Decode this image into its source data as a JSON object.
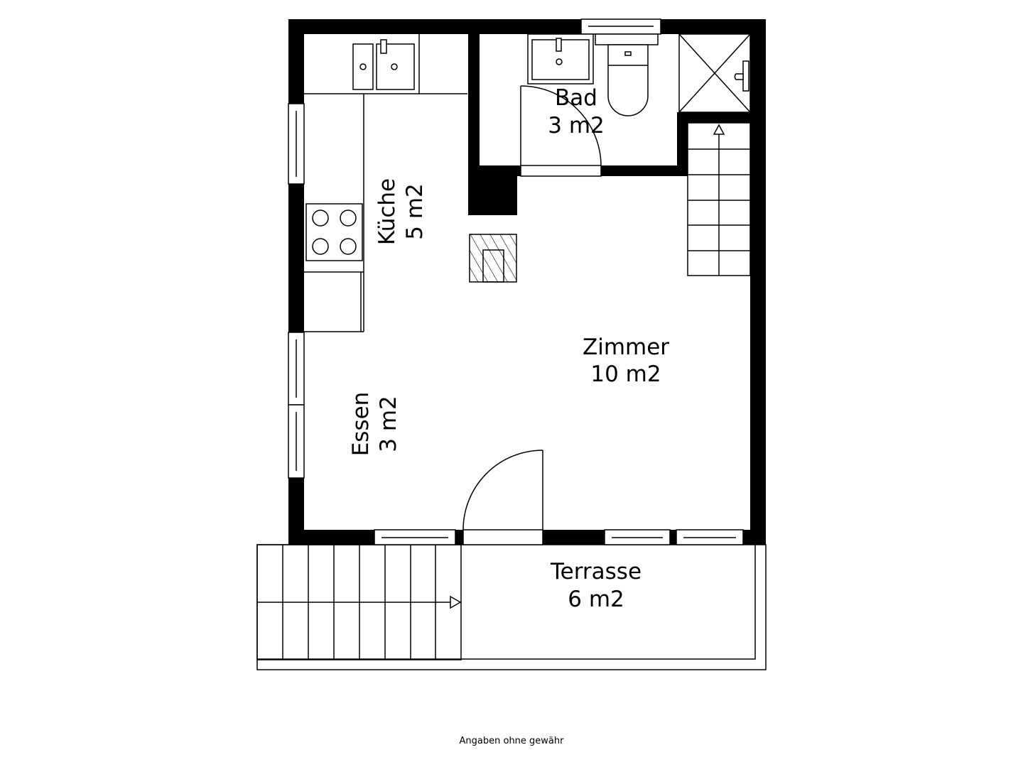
{
  "rooms": {
    "bad": {
      "name": "Bad",
      "area": "3 m2"
    },
    "kueche": {
      "name": "Küche",
      "area": "5 m2"
    },
    "zimmer": {
      "name": "Zimmer",
      "area": "10 m2"
    },
    "essen": {
      "name": "Essen",
      "area": "3 m2"
    },
    "terrasse": {
      "name": "Terrasse",
      "area": "6 m2"
    }
  },
  "footer": {
    "disclaimer": "Angaben ohne gewähr"
  }
}
